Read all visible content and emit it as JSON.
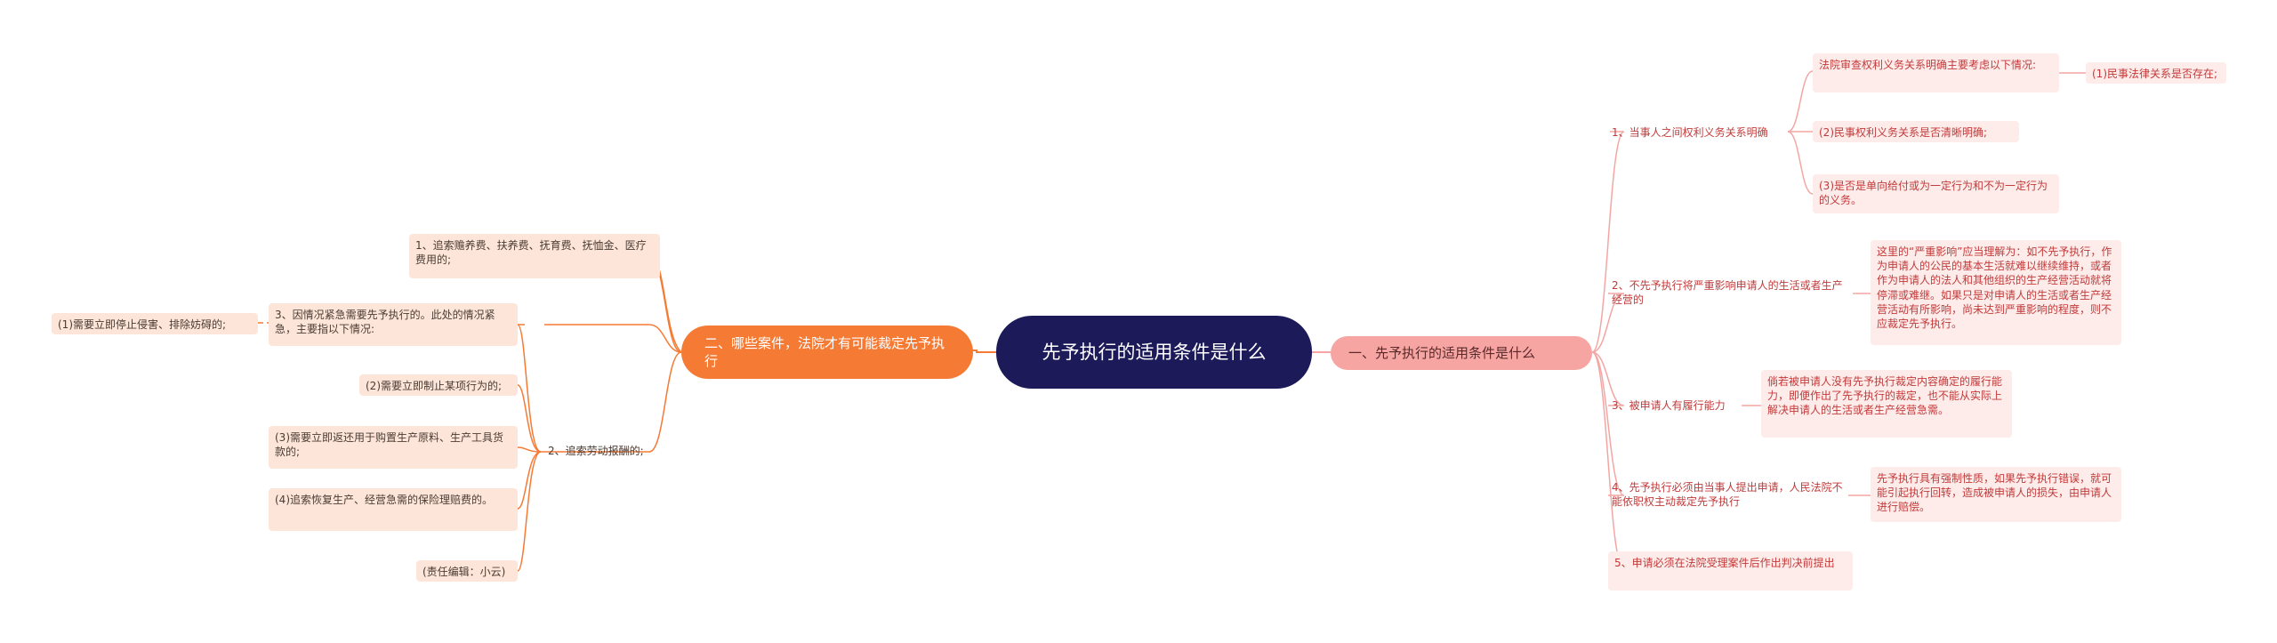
{
  "colors": {
    "root": "#1c1a58",
    "left_branch": "#f57a33",
    "right_branch": "#f6a5a3",
    "left_leaf": "#fde6d9",
    "right_leaf": "#fdecea"
  },
  "root": {
    "label": "先予执行的适用条件是什么"
  },
  "left": {
    "label": "二、哪些案件，法院才有可能裁定先予执行",
    "items": {
      "alimony": "1、追索赡养费、扶养费、抚育费、抚恤金、医疗费用的;",
      "urgent": "3、因情况紧急需要先予执行的。此处的情况紧急，主要指以下情况:",
      "urgent_1": "(1)需要立即停止侵害、排除妨碍的;",
      "labor": "2、追索劳动报酬的;",
      "labor_2": "(2)需要立即制止某项行为的;",
      "labor_3": "(3)需要立即返还用于购置生产原料、生产工具货款的;",
      "labor_4": "(4)追索恢复生产、经营急需的保险理赔费的。",
      "editor": "(责任编辑：小云)"
    }
  },
  "right": {
    "label": "一、先予执行的适用条件是什么",
    "items": {
      "c1": "1、当事人之间权利义务关系明确",
      "c1a": "法院审查权利义务关系明确主要考虑以下情况:",
      "c1a1": "(1)民事法律关系是否存在;",
      "c1b": "(2)民事权利义务关系是否清晰明确;",
      "c1c": "(3)是否是单向给付或为一定行为和不为一定行为的义务。",
      "c2": "2、不先予执行将严重影响申请人的生活或者生产经营的",
      "c2a": "这里的“严重影响”应当理解为：如不先予执行，作为申请人的公民的基本生活就难以继续维持，或者作为申请人的法人和其他组织的生产经营活动就将停滞或难继。如果只是对申请人的生活或者生产经营活动有所影响，尚未达到严重影响的程度，则不应裁定先予执行。",
      "c3": "3、被申请人有履行能力",
      "c3a": "倘若被申请人没有先予执行裁定内容确定的履行能力，即便作出了先予执行的裁定，也不能从实际上解决申请人的生活或者生产经营急需。",
      "c4": "4、先予执行必须由当事人提出申请，人民法院不能依职权主动裁定先予执行",
      "c4a": "先予执行具有强制性质，如果先予执行错误，就可能引起执行回转，造成被申请人的损失，由申请人进行赔偿。",
      "c5": "5、申请必须在法院受理案件后作出判决前提出"
    }
  }
}
